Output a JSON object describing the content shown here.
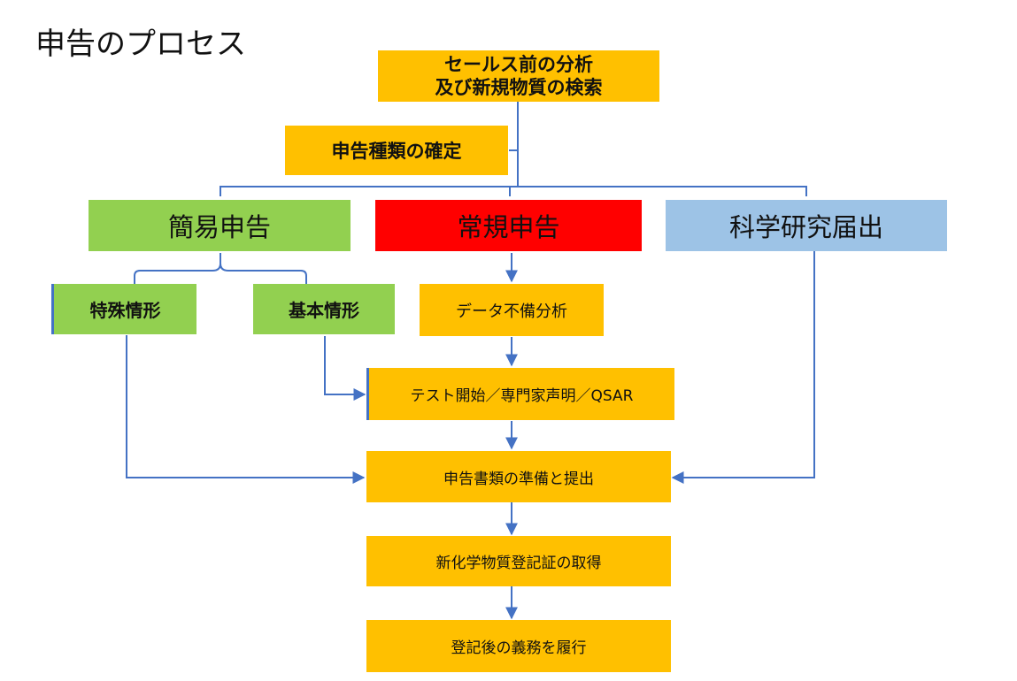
{
  "title": "申告のプロセス",
  "colors": {
    "process": "#ffc000",
    "simplified": "#92d050",
    "regular": "#ff0000",
    "scientific": "#9dc3e6",
    "connector": "#4472c4"
  },
  "nodes": {
    "presales": {
      "line1": "セールス前の分析",
      "line2": "及び新規物質の検索"
    },
    "determine_type": "申告種類の確定",
    "simplified": "簡易申告",
    "regular": "常規申告",
    "scientific": "科学研究届出",
    "special_case": "特殊情形",
    "basic_case": "基本情形",
    "data_gap": "データ不備分析",
    "testing": "テスト開始／専門家声明／QSAR",
    "prepare_submit": "申告書類の準備と提出",
    "certificate": "新化学物質登記証の取得",
    "obligations": "登記後の義務を履行"
  }
}
